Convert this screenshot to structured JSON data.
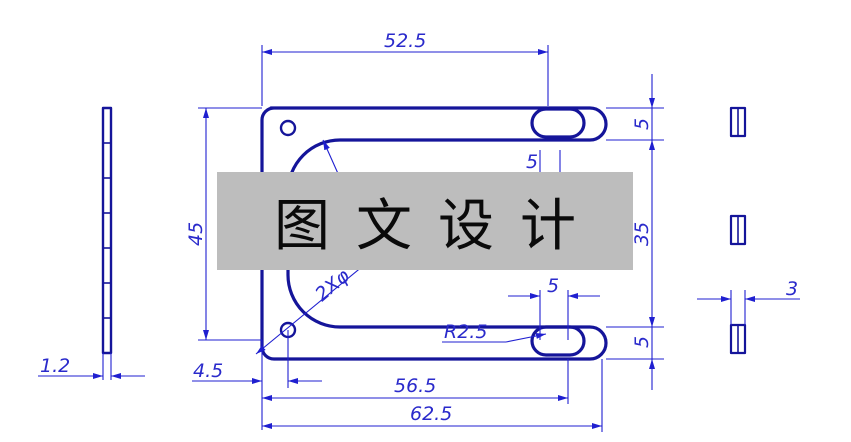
{
  "dimensions": {
    "top_width": "52.5",
    "left_height": "45",
    "slot_top": "5",
    "inner_radius_partial": "5",
    "right_inner": "35",
    "right_top": "5",
    "right_bottom": "5",
    "slot_bottom_width": "5",
    "slot_radius": "R2.5",
    "hole_callout": "2Xφ",
    "hole_offset": "4.5",
    "width_56": "56.5",
    "width_62": "62.5",
    "thickness_left": "1.2",
    "thickness_right": "3"
  },
  "watermark": {
    "text": "图文设计"
  },
  "colors": {
    "outline": "#15159a",
    "dimension": "#1f1fd0",
    "watermark_bg": "#bdbdbd"
  }
}
